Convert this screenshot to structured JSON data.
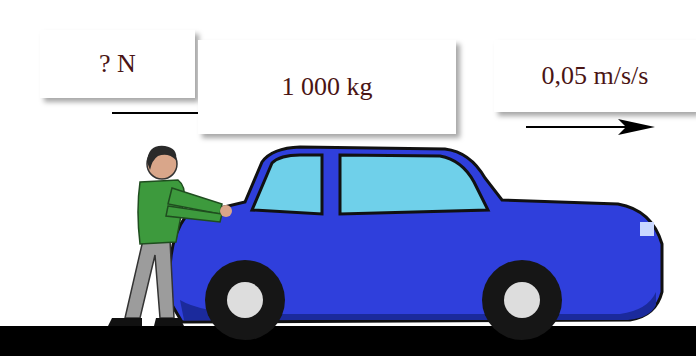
{
  "diagram": {
    "nodes": [
      {
        "text": [
          "? N"
        ]
      },
      {
        "text": [
          "1 000 kg"
        ]
      },
      {
        "text": [
          "0,05 m/s/s"
        ]
      }
    ]
  }
}
